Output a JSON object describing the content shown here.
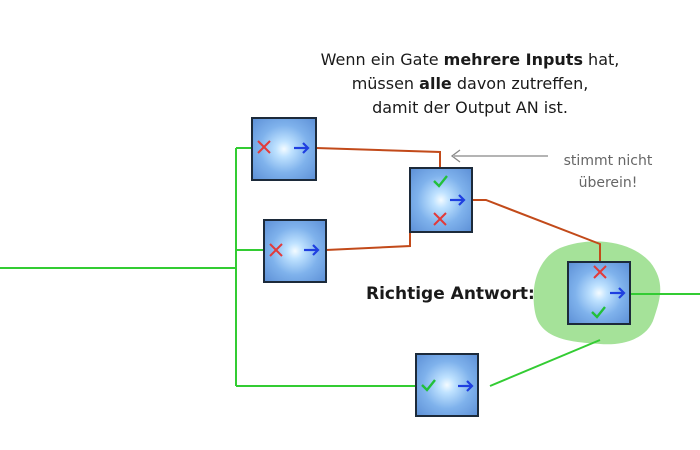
{
  "explanation": {
    "line1_pre": "Wenn ein Gate ",
    "line1_bold": "mehrere Inputs",
    "line1_post": " hat,",
    "line2_pre": "müssen ",
    "line2_bold": "alle",
    "line2_post": " davon zutreffen,",
    "line3": "damit der Output AN ist."
  },
  "note": {
    "line1": "stimmt nicht",
    "line2": "überein!"
  },
  "answer_label": "Richtige Antwort:",
  "colors": {
    "wire_on": "#33cc33",
    "wire_off": "#c24a1a",
    "arrow": "#1f3fe0",
    "check": "#22c03a",
    "cross": "#e23a3a",
    "highlight": "#9bdf8e",
    "gate_border": "#1c2a3a"
  },
  "gates": [
    {
      "id": "gate-top-left",
      "inputs": [
        "cross"
      ],
      "output": "arrow"
    },
    {
      "id": "gate-mid-left",
      "inputs": [
        "cross"
      ],
      "output": "arrow"
    },
    {
      "id": "gate-center",
      "inputs": [
        "check",
        "cross"
      ],
      "output": "arrow"
    },
    {
      "id": "gate-bottom",
      "inputs": [
        "check"
      ],
      "output": "arrow"
    },
    {
      "id": "gate-answer",
      "inputs": [
        "cross",
        "check"
      ],
      "output": "arrow",
      "highlighted": true
    }
  ]
}
